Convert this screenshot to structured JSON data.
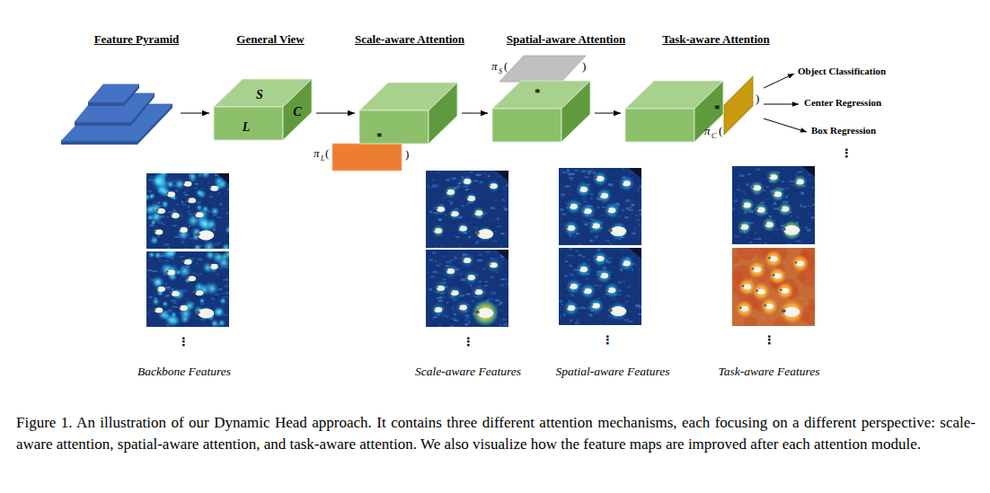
{
  "diagram": {
    "caption": "Figure 1. An illustration of our Dynamic Head approach. It contains three different attention mechanisms, each focusing on a different perspective: scale-aware attention, spatial-aware attention, and task-aware attention. We also visualize how the feature maps are improved after each attention module.",
    "nodes": [
      {
        "text": [
          "Feature Pyramid"
        ]
      },
      {
        "text": [
          "General View",
          "S",
          "L",
          "C"
        ]
      },
      {
        "text": [
          "Scale-aware Attention"
        ]
      },
      {
        "text": [
          "Spatial-aware Attention"
        ]
      },
      {
        "text": [
          "Task-aware Attention"
        ]
      }
    ],
    "edges": [
      {
        "from": 0,
        "to": 1,
        "arrow": "to"
      },
      {
        "from": 1,
        "to": 2,
        "arrow": "to"
      },
      {
        "from": 2,
        "to": 3,
        "arrow": "to"
      },
      {
        "from": 3,
        "to": 4,
        "arrow": "to"
      }
    ],
    "labels": [
      "π",
      "L",
      "(",
      "*",
      ")",
      "π",
      "S",
      "(",
      ")",
      "*",
      "π",
      "C",
      "(",
      "*",
      ")",
      "Object Classification",
      "Center Regression",
      "Box Regression",
      "⋮",
      "⋮",
      "⋮",
      "⋮",
      "⋮",
      "Backbone Features",
      "Scale-aware Features",
      "Spatial-aware Features",
      "Task-aware Features"
    ]
  }
}
